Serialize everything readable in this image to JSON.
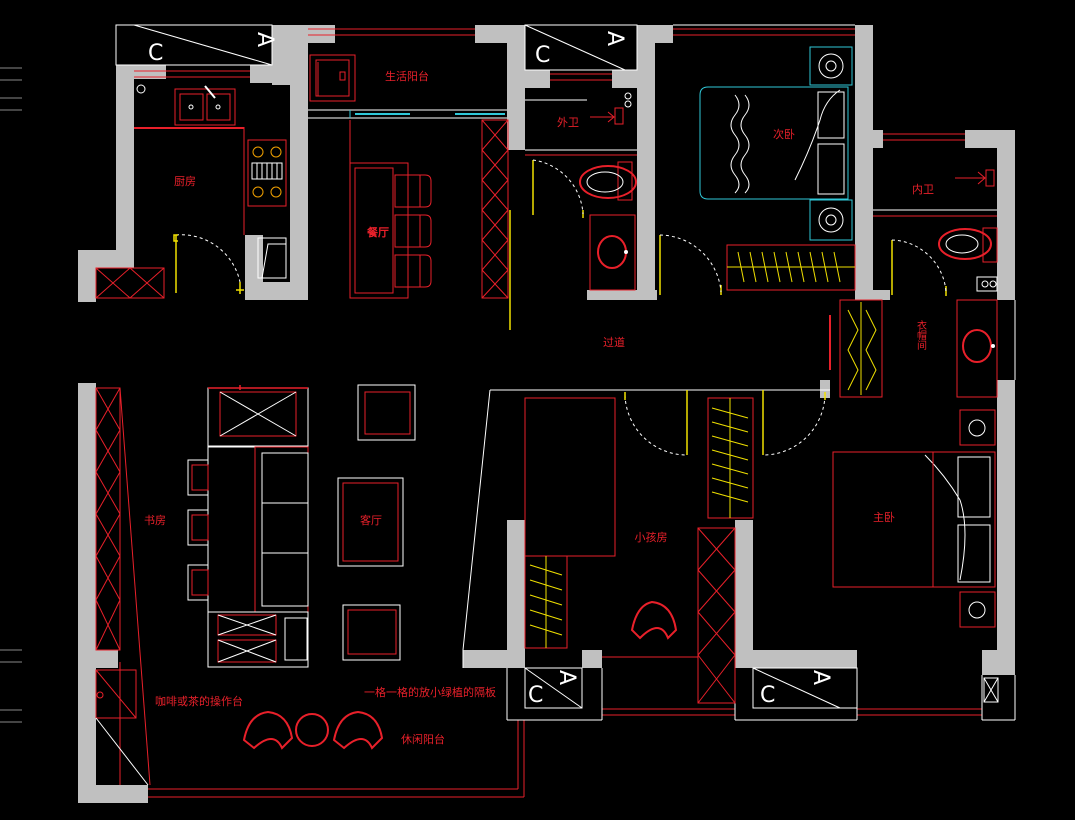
{
  "plan": {
    "rooms": {
      "kitchen": "厨房",
      "utility_balcony": "生活阳台",
      "dining": "餐厅",
      "guest_bath": "外卫",
      "second_bedroom": "次卧",
      "ensuite_bath": "内卫",
      "corridor": "过道",
      "closet": "衣帽间",
      "study": "书房",
      "living_room": "客厅",
      "kids_room": "小孩房",
      "master_bedroom": "主卧",
      "coffee_counter": "咖啡或茶的操作台",
      "shelf_note": "一格一格的放小绿植的隔板",
      "leisure_balcony": "休闲阳台"
    },
    "section_marks": {
      "a": "A",
      "c": "C"
    }
  },
  "colors": {
    "background": "#000000",
    "wall": "#c0c0c0",
    "furniture_red": "#e8202a",
    "door_yellow": "#f0e000",
    "fixture_white": "#ffffff",
    "cyan": "#30c8d8"
  }
}
